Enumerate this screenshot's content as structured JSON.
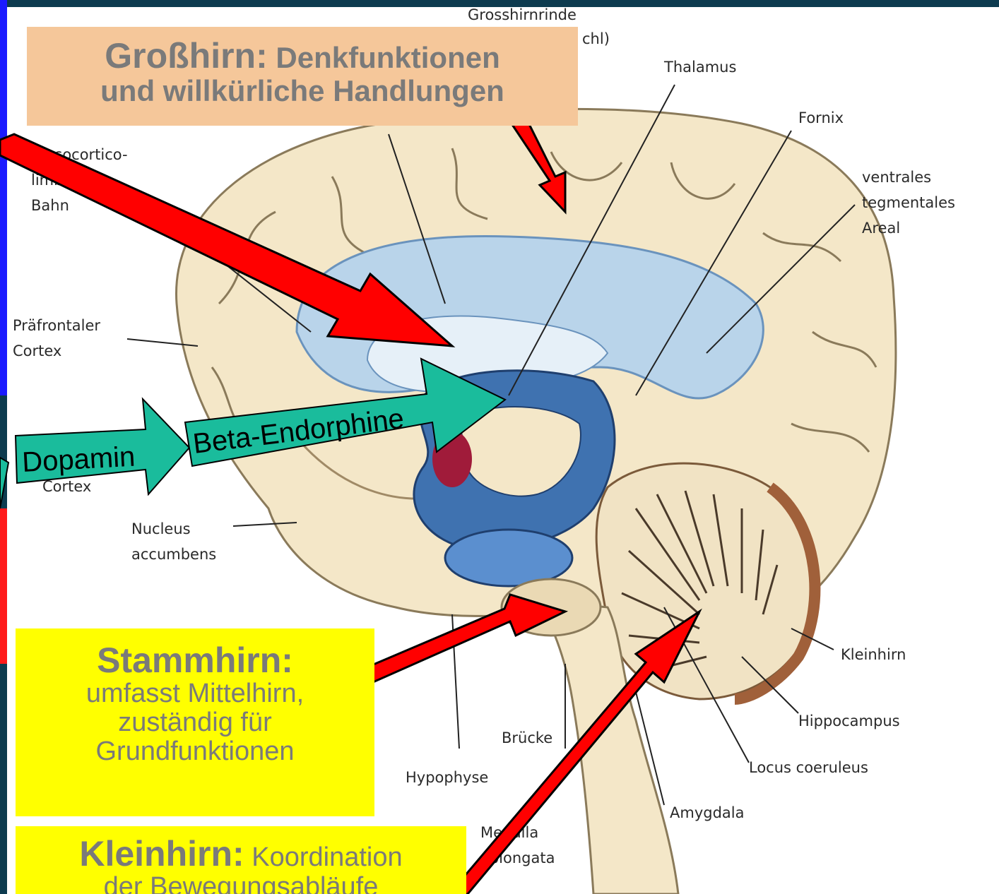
{
  "title_box": {
    "head": "Großhirn:",
    "line1": "Denkfunktionen",
    "line2": "und willkürliche Handlungen"
  },
  "stammhirn_box": {
    "head": "Stammhirn:",
    "line1": "umfasst Mittelhirn,",
    "line2": "zuständig für",
    "line3": "Grundfunktionen"
  },
  "kleinhirn_box": {
    "head": "Kleinhirn:",
    "line1": "Koordination",
    "line2": "der Bewegungsabläufe"
  },
  "arrow_tags": {
    "dopamin": "Dopamin",
    "endorphine": "Beta-Endorphine"
  },
  "diagram_labels": {
    "grosshirnrinde": "Grosshirnrinde",
    "grosshirnrinde_part": "chl)",
    "thalamus": "Thalamus",
    "fornix": "Fornix",
    "mesocortico_1": "mesocortico-",
    "mesocortico_2": "limbische",
    "mesocortico_3": "Bahn",
    "ventrales_1": "ventrales",
    "ventrales_2": "tegmentales",
    "ventrales_3": "Areal",
    "praefrontaler_1": "Präfrontaler",
    "praefrontaler_2": "Cortex",
    "cortex_partial": "Cortex",
    "nucleus_1": "Nucleus",
    "nucleus_2": "accumbens",
    "kleinhirn": "Kleinhirn",
    "hippocampus": "Hippocampus",
    "bruecke": "Brücke",
    "locus": "Locus coeruleus",
    "hypophyse": "Hypophyse",
    "amygdala": "Amygdala",
    "medulla_1": "Medulla",
    "medulla_2": "oblongata"
  },
  "colors": {
    "background": "#0d3b4f",
    "box_orange": "#f5c79a",
    "box_yellow": "#ffff00",
    "arrow_red": "#ff0000",
    "arrow_green": "#1abc9c",
    "ventricle_blue": "#b9d4ea",
    "brain_tissue": "#f4e7c8"
  }
}
